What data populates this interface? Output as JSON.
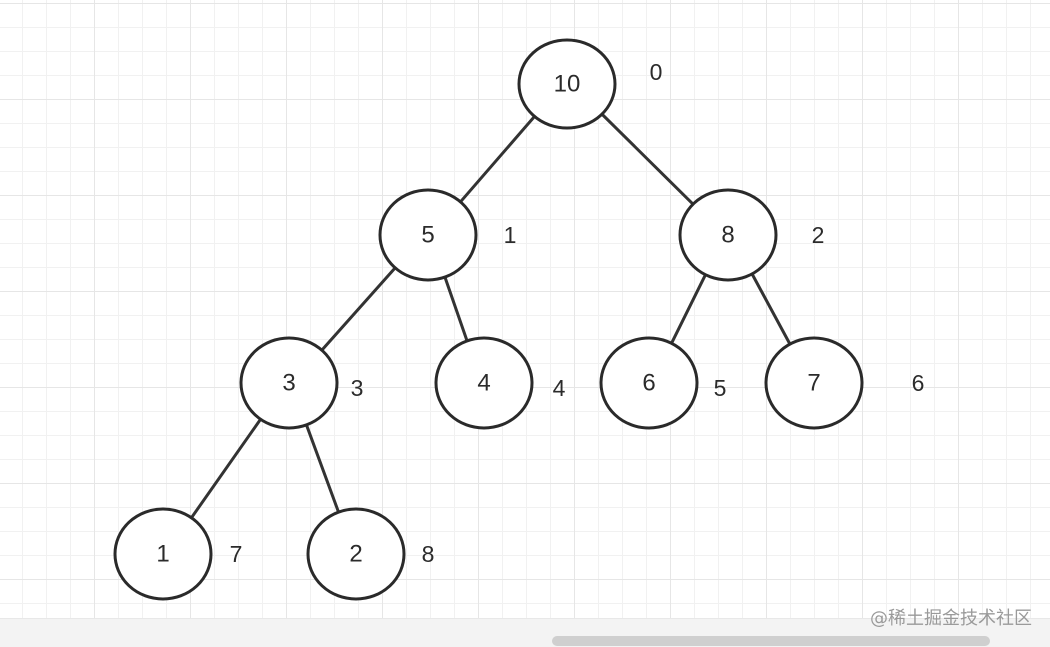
{
  "tree": {
    "nodes": [
      {
        "id": "n0",
        "value": "10",
        "index": "0"
      },
      {
        "id": "n1",
        "value": "5",
        "index": "1"
      },
      {
        "id": "n2",
        "value": "8",
        "index": "2"
      },
      {
        "id": "n3",
        "value": "3",
        "index": "3"
      },
      {
        "id": "n4",
        "value": "4",
        "index": "4"
      },
      {
        "id": "n5",
        "value": "6",
        "index": "5"
      },
      {
        "id": "n6",
        "value": "7",
        "index": "6"
      },
      {
        "id": "n7",
        "value": "1",
        "index": "7"
      },
      {
        "id": "n8",
        "value": "2",
        "index": "8"
      }
    ],
    "edges": [
      [
        "n0",
        "n1"
      ],
      [
        "n0",
        "n2"
      ],
      [
        "n1",
        "n3"
      ],
      [
        "n1",
        "n4"
      ],
      [
        "n2",
        "n5"
      ],
      [
        "n2",
        "n6"
      ],
      [
        "n3",
        "n7"
      ],
      [
        "n3",
        "n8"
      ]
    ]
  },
  "watermark": "@稀土掘金技术社区",
  "colors": {
    "stroke": "#2a2a2a",
    "grid": "#e6e6e6",
    "background": "#ffffff"
  }
}
